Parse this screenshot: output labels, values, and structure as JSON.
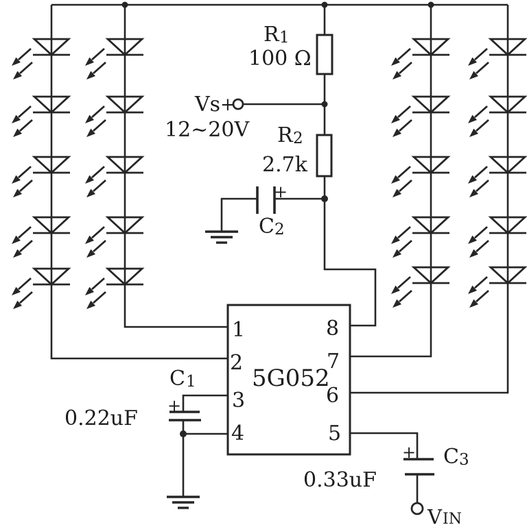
{
  "diagram": {
    "type": "circuit-schematic",
    "led_matrix": {
      "columns": 4,
      "leds_per_column": 5
    }
  },
  "colors": {
    "background": "#ffffff",
    "ink": "#262626"
  },
  "supply": {
    "label": "Vs",
    "polarity": "+",
    "range": "12~20V"
  },
  "resistors": {
    "r1": {
      "ref": "R",
      "sub": "1",
      "value": "100 Ω"
    },
    "r2": {
      "ref": "R",
      "sub": "2",
      "value": "2.7k"
    }
  },
  "capacitors": {
    "c1": {
      "ref": "C",
      "sub": "1",
      "value": "0.22uF",
      "polarity": "+"
    },
    "c2": {
      "ref": "C",
      "sub": "2",
      "polarity": "+"
    },
    "c3": {
      "ref": "C",
      "sub": "3",
      "value": "0.33uF",
      "polarity": "+"
    }
  },
  "ic": {
    "part": "5G052",
    "pins_left": [
      "1",
      "2",
      "3",
      "4"
    ],
    "pins_right": [
      "8",
      "7",
      "6",
      "5"
    ]
  },
  "input": {
    "base": "V",
    "sub": "IN"
  }
}
